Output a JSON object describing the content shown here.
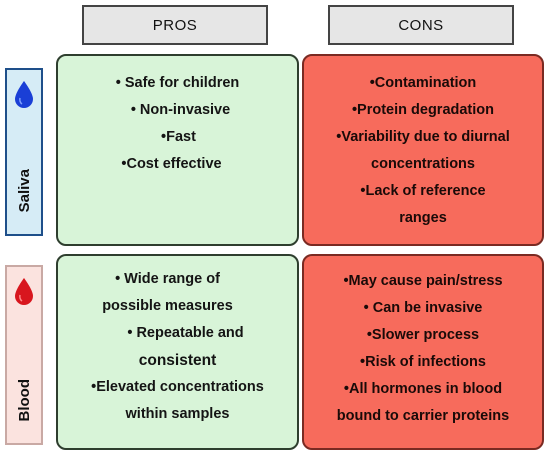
{
  "headers": {
    "pros": "PROS",
    "cons": "CONS"
  },
  "rows": {
    "saliva": {
      "label": "Saliva",
      "icon": "blue-drop-icon",
      "color": "#1a3fd6",
      "pros": [
        "• Safe for children",
        "• Non-invasive",
        "•Fast",
        "•Cost effective"
      ],
      "cons": [
        "•Contamination",
        "•Protein degradation",
        "•Variability due to diurnal",
        "concentrations",
        "•Lack of reference",
        "ranges"
      ]
    },
    "blood": {
      "label": "Blood",
      "icon": "red-drop-icon",
      "color": "#d8161e",
      "pros": [
        "• Wide range of",
        "possible measures",
        "• Repeatable and",
        "consistent",
        "•Elevated concentrations",
        "within samples"
      ],
      "cons": [
        "•May cause pain/stress",
        "• Can be invasive",
        "•Slower process",
        "•Risk of infections",
        "•All hormones in blood",
        "bound to carrier proteins"
      ]
    }
  },
  "colors": {
    "pros_fill": "#d8f4d8",
    "cons_fill": "#f76b5c",
    "header_fill": "#e6e6e6"
  }
}
